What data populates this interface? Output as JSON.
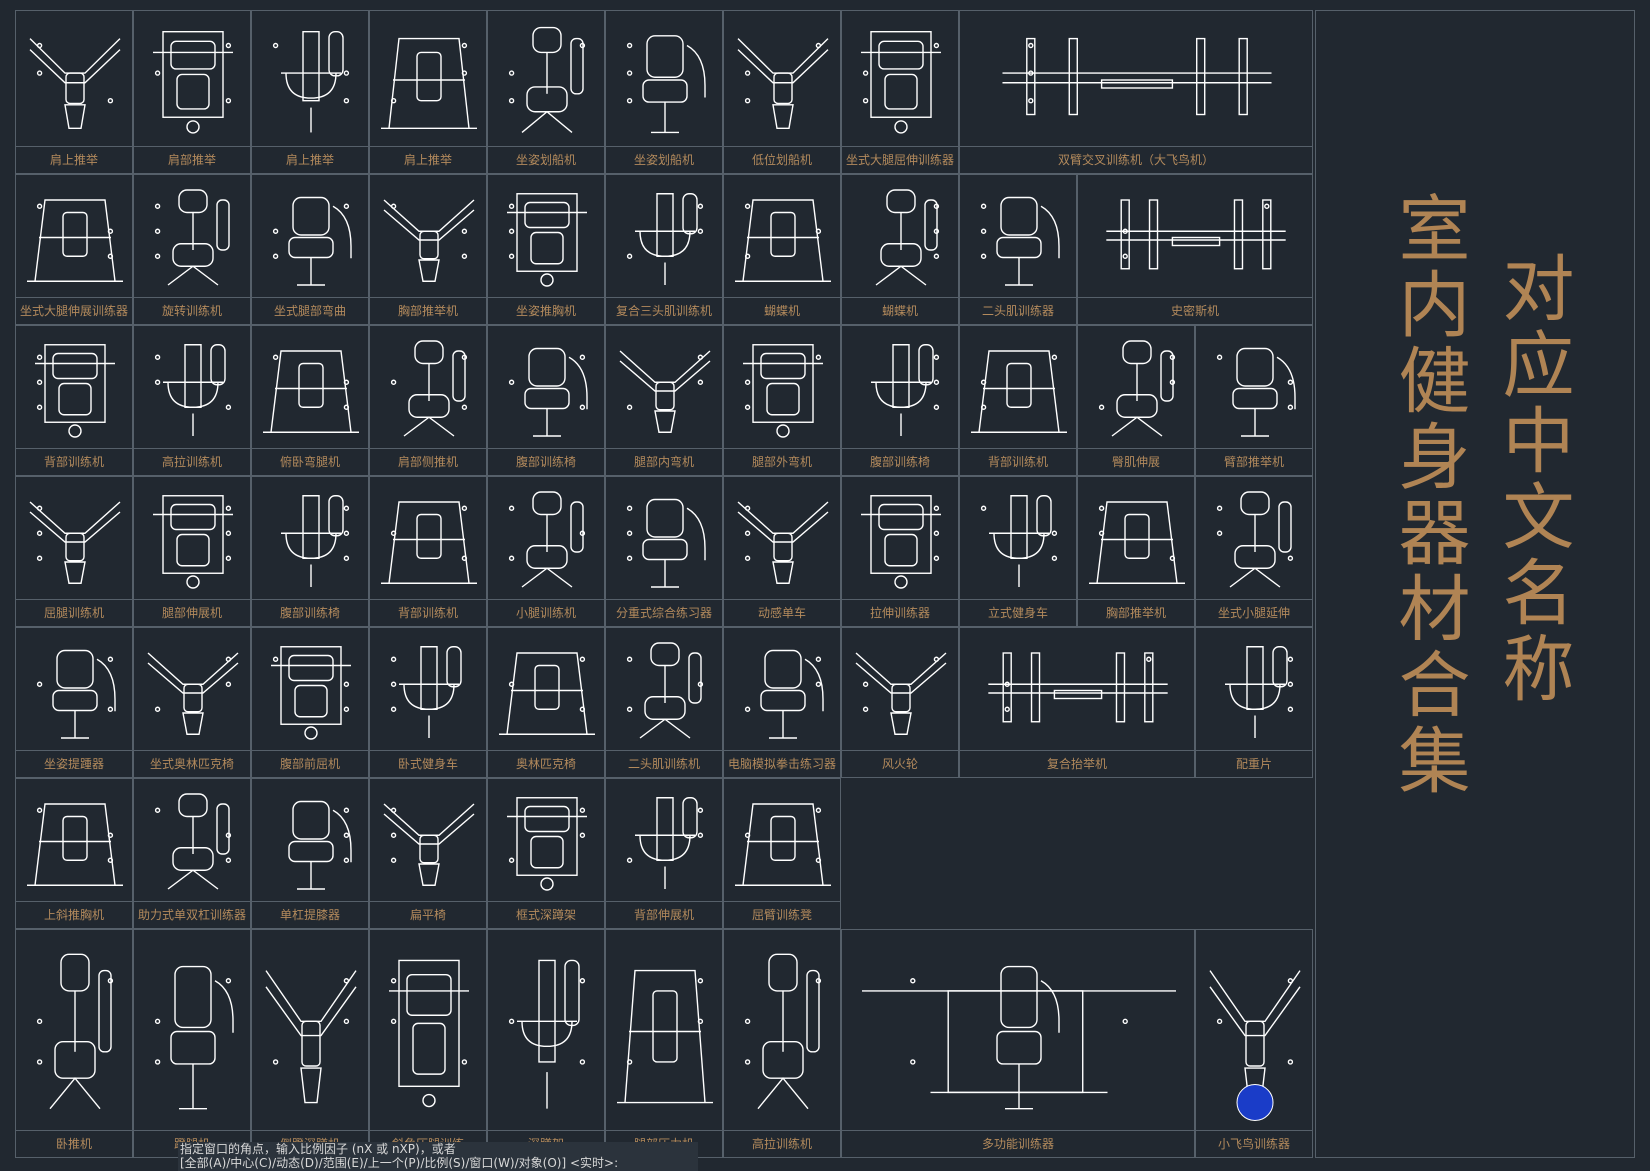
{
  "title": {
    "line_right": "对应中文名称",
    "line_left": "室内健身器材合集"
  },
  "colors": {
    "background": "#212830",
    "grid": "#56606a",
    "label": "#b38a5c",
    "title": "#b08454",
    "drawing": "#ffffff",
    "accent_figure": "#1a3cc8"
  },
  "rows": [
    [
      "肩上推举",
      "肩部推举",
      "肩上推举",
      "肩上推举",
      "坐姿划船机",
      "坐姿划船机",
      "低位划船机",
      "坐式大腿屈伸训练器",
      "双臂交叉训练机（大飞鸟机）"
    ],
    [
      "坐式大腿伸展训练器",
      "旋转训练机",
      "坐式腿部弯曲",
      "胸部推举机",
      "坐姿推胸机",
      "复合三头肌训练机",
      "蝴蝶机",
      "蝴蝶机",
      "二头肌训练器",
      "史密斯机"
    ],
    [
      "背部训练机",
      "高拉训练机",
      "俯卧弯腿机",
      "肩部侧推机",
      "腹部训练椅",
      "腿部内弯机",
      "腿部外弯机",
      "腹部训练椅",
      "背部训练机",
      "臀肌伸展",
      "臂部推举机"
    ],
    [
      "屈腿训练机",
      "腿部伸展机",
      "腹部训练椅",
      "背部训练机",
      "小腿训练机",
      "分重式综合练习器",
      "动感单车",
      "拉伸训练器",
      "立式健身车",
      "胸部推举机",
      "坐式小腿延伸"
    ],
    [
      "坐姿提踵器",
      "坐式奥林匹克椅",
      "腹部前屈机",
      "卧式健身车",
      "奥林匹克椅",
      "二头肌训练机",
      "电脑模拟拳击练习器",
      "风火轮",
      "复合抬举机",
      "配重片"
    ],
    [
      "上斜推胸机",
      "助力式单双杠训练器",
      "单杠提膝器",
      "扁平椅",
      "框式深蹲架",
      "背部伸展机",
      "屈臂训练凳"
    ],
    [
      "卧推机",
      "蹬腿机",
      "倒蹬深蹲机",
      "斜角压腿训练",
      "深蹲架",
      "腿部压力机",
      "高拉训练机",
      "多功能训练器",
      "小飞鸟训练器"
    ]
  ],
  "command_line": {
    "line1": "指定窗口的角点，输入比例因子 (nX 或 nXP)，或者",
    "line2": "[全部(A)/中心(C)/动态(D)/范围(E)/上一个(P)/比例(S)/窗口(W)/对象(O)] <实时>:"
  }
}
